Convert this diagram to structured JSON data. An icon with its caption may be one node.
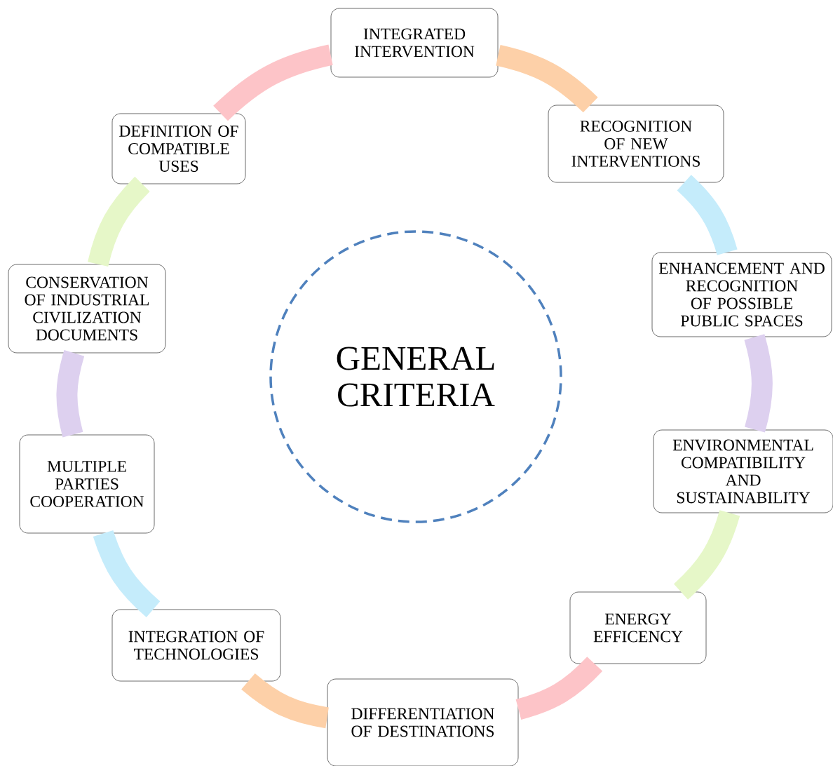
{
  "diagram": {
    "nodes": [
      {
        "text": [
          "INTEGRATED INTERVENTION"
        ]
      },
      {
        "text": [
          "RECOGNITION OF NEW INTERVENTIONS"
        ]
      },
      {
        "text": [
          "ENHANCEMENT AND RECOGNITION OF POSSIBLE PUBLIC SPACES"
        ]
      },
      {
        "text": [
          "ENVIRONMENTAL COMPATIBILITY AND SUSTAINABILITY"
        ]
      },
      {
        "text": [
          "ENERGY EFFICENCY"
        ]
      },
      {
        "text": [
          "DIFFERENTIATION OF DESTINATIONS"
        ]
      },
      {
        "text": [
          "INTEGRATION OF TECHNOLOGIES"
        ]
      },
      {
        "text": [
          "MULTIPLE PARTIES COOPERATION"
        ]
      },
      {
        "text": [
          "CONSERVATION OF INDUSTRIAL CIVILIZATION DOCUMENTS"
        ]
      },
      {
        "text": [
          "DEFINITION OF COMPATIBLE USES"
        ]
      },
      {
        "text": [
          "GENERAL CRITERIA"
        ]
      }
    ],
    "edges": [
      {
        "from": 0,
        "to": 1,
        "arrow": "none",
        "color": "#fdd0a8"
      },
      {
        "from": 1,
        "to": 2,
        "arrow": "none",
        "color": "#c5ecfb"
      },
      {
        "from": 2,
        "to": 3,
        "arrow": "none",
        "color": "#ddd0ef"
      },
      {
        "from": 3,
        "to": 4,
        "arrow": "none",
        "color": "#e6f7c8"
      },
      {
        "from": 4,
        "to": 5,
        "arrow": "none",
        "color": "#fdc4c8"
      },
      {
        "from": 5,
        "to": 6,
        "arrow": "none",
        "color": "#fdd0a8"
      },
      {
        "from": 6,
        "to": 7,
        "arrow": "none",
        "color": "#c5ecfb"
      },
      {
        "from": 7,
        "to": 8,
        "arrow": "none",
        "color": "#ddd0ef"
      },
      {
        "from": 8,
        "to": 9,
        "arrow": "none",
        "color": "#e6f7c8"
      },
      {
        "from": 9,
        "to": 0,
        "arrow": "none",
        "color": "#fdc4c8"
      }
    ]
  }
}
